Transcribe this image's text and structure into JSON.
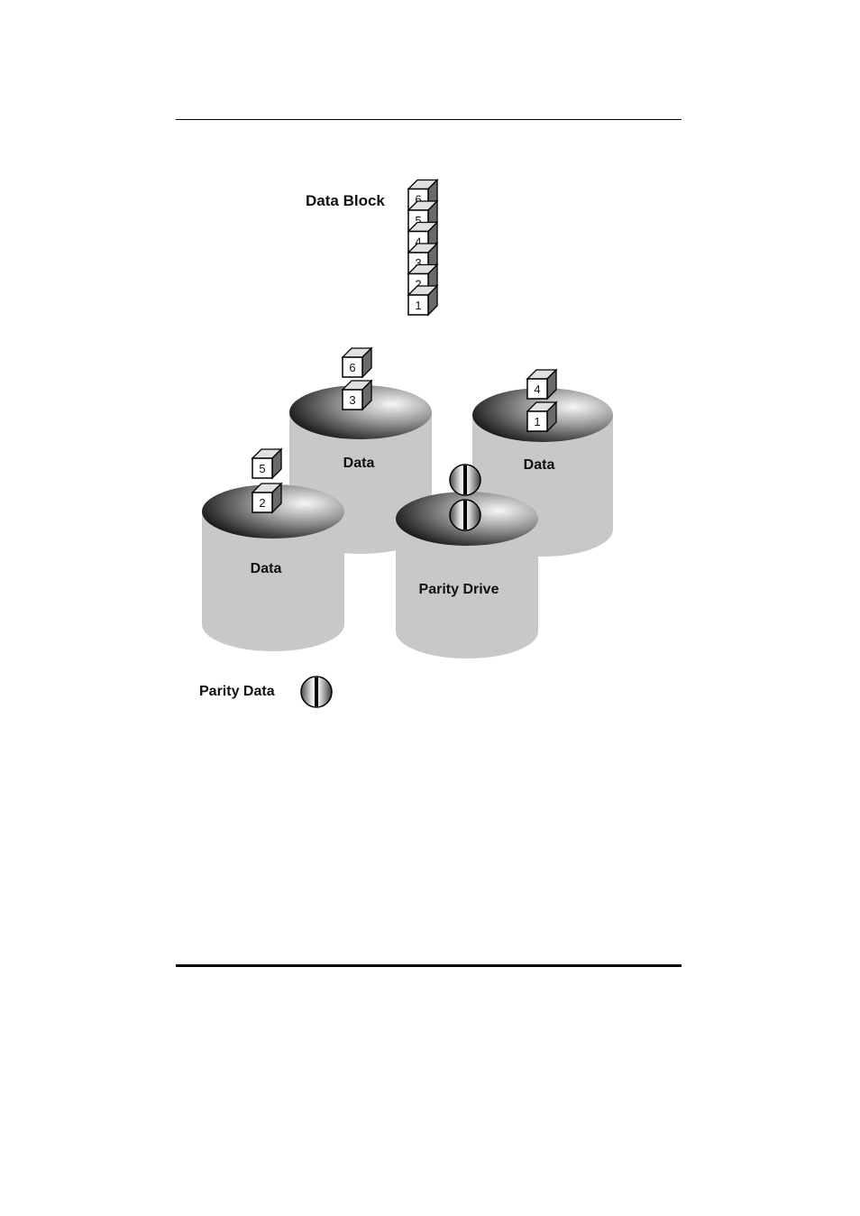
{
  "legend": {
    "data_block_label": "Data Block",
    "data_block_numbers": [
      "1",
      "2",
      "3",
      "4",
      "5",
      "6"
    ],
    "parity_data_label": "Parity Data"
  },
  "drives": [
    {
      "label": "Data",
      "blocks": [
        "2",
        "5"
      ]
    },
    {
      "label": "Data",
      "blocks": [
        "3",
        "6"
      ]
    },
    {
      "label": "Data",
      "blocks": [
        "1",
        "4"
      ]
    },
    {
      "label": "Parity Drive",
      "blocks": []
    }
  ],
  "colors": {
    "drive_body": "#c8c8c8",
    "drive_top_dark": "#2a2a2a",
    "drive_top_light": "#f2f2f2",
    "line": "#000000"
  }
}
